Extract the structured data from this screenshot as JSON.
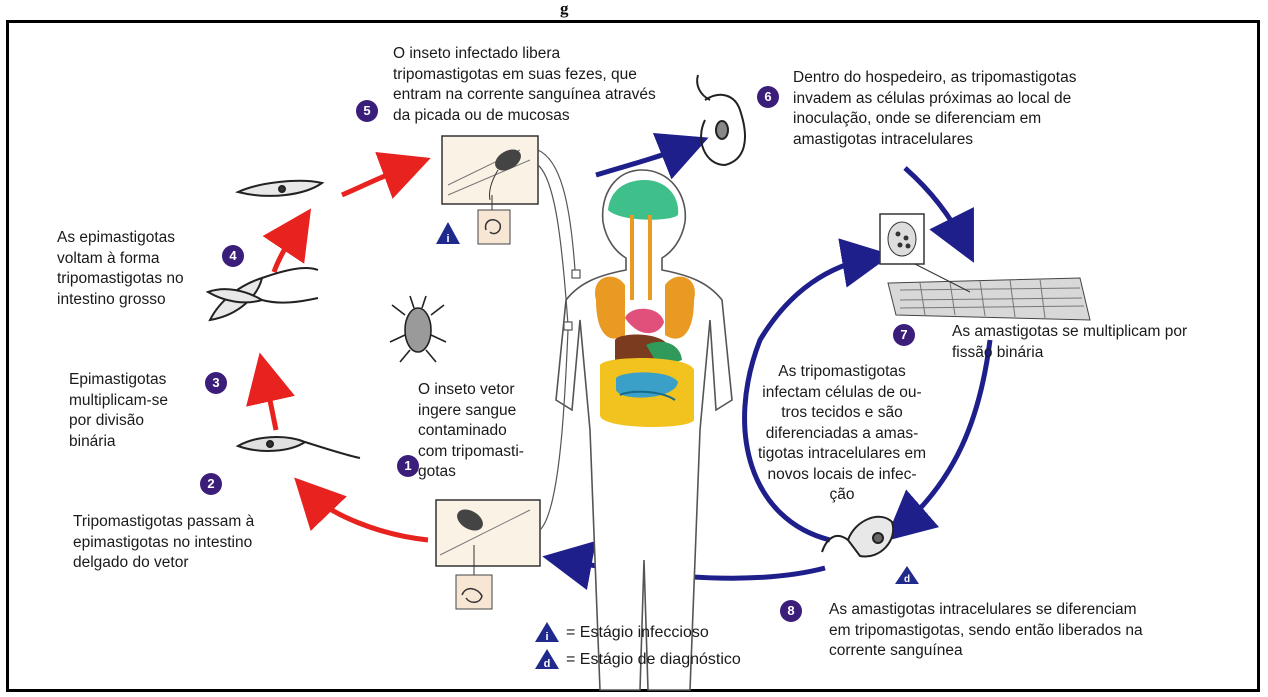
{
  "header_fragment": "g",
  "steps": [
    {
      "number": "1",
      "text": "O inseto vetor\ningere sangue\ncontaminado\ncom tripomasti-\ngotas"
    },
    {
      "number": "2",
      "text": "Tripomastigotas passam à\nepimastigotas no intestino\ndelgado do vetor"
    },
    {
      "number": "3",
      "text": "Epimastigotas\nmultiplicam-se\npor divisão\nbinária"
    },
    {
      "number": "4",
      "text": "As epimastigotas\nvoltam à forma\ntripomastigotas no\nintestino grosso"
    },
    {
      "number": "5",
      "text": "O inseto infectado libera\ntripomastigotas em suas fezes, que\nentram na corrente sanguínea através\nda picada ou de mucosas"
    },
    {
      "number": "6",
      "text": "Dentro do hospedeiro, as tripomastigotas\ninvadem as células próximas ao local de\ninoculação, onde se diferenciam em\namastigotas intracelulares"
    },
    {
      "number": "7",
      "text": "As amastigotas se multiplicam por\nfissão binária"
    },
    {
      "number": "8",
      "text": "As amastigotas intracelulares se diferenciam\nem tripomastigotas, sendo então liberados na\ncorrente sanguínea"
    }
  ],
  "center_text": "As tripomastigotas\ninfectam células de ou-\ntros tecidos e são\ndiferenciadas a amas-\ntigotas intracelulares em\nnovos locais de infec-\nção",
  "legend": {
    "infective_symbol": "i",
    "infective_label": "= Estágio infeccioso",
    "diagnostic_symbol": "d",
    "diagnostic_label": "= Estágio de diagnóstico"
  },
  "colors": {
    "insect_arrow": "#e8221e",
    "human_arrow": "#1f1f8c",
    "step_badge": "#3b1d7a",
    "legend_triangle": "#1f2a8c",
    "organ_brain": "#3fbf8a",
    "organ_lung": "#e99a22",
    "organ_heart": "#e0507a",
    "organ_liver": "#7a3b1f",
    "organ_stomach": "#2f9a5a",
    "organ_intestine": "#f2c21e",
    "organ_small_intestine": "#3aa0c8"
  }
}
